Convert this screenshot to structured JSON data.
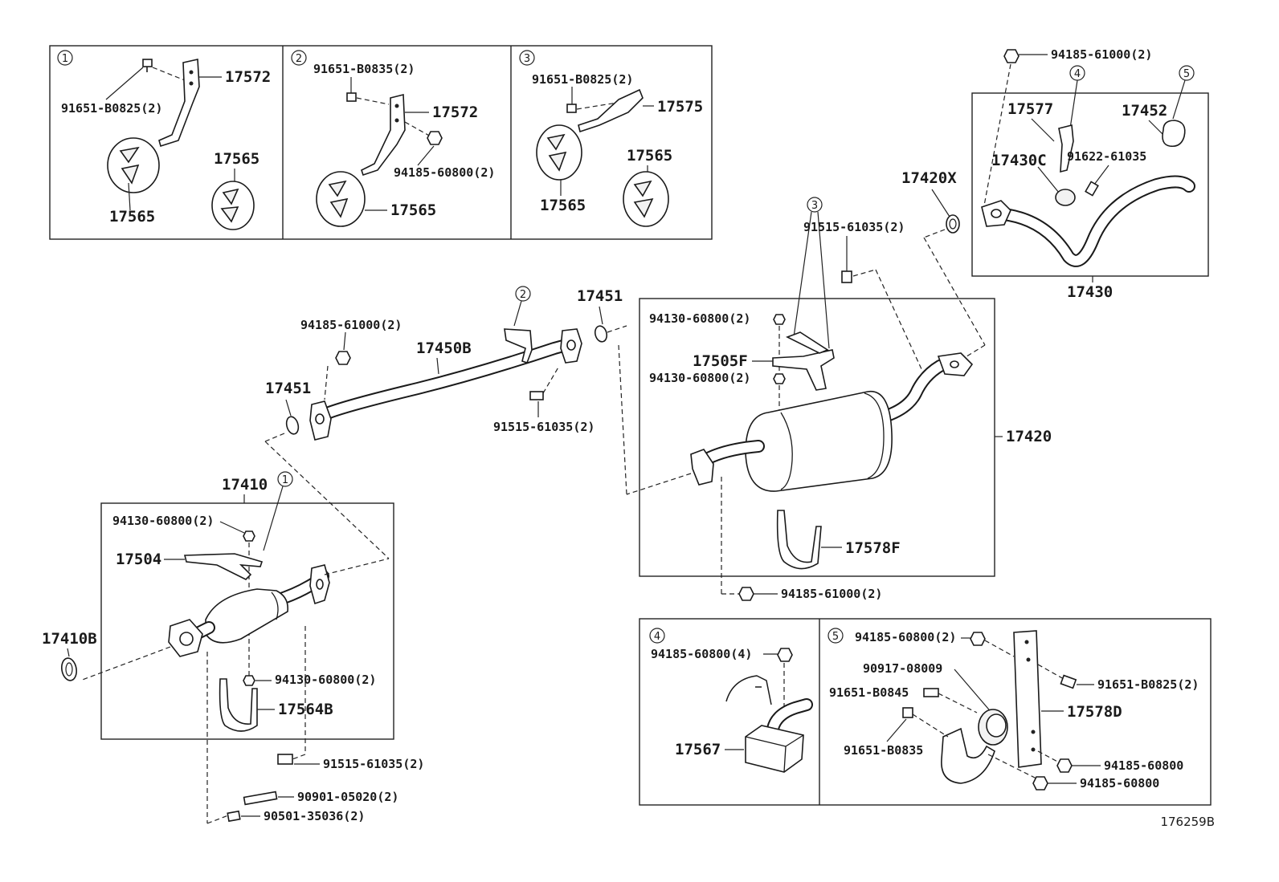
{
  "labels": {
    "l1": "17572",
    "l2": "91651-B0825(2)",
    "l3": "17565",
    "l4": "17565",
    "l5": "91651-B0835(2)",
    "l6": "17572",
    "l7": "94185-60800(2)",
    "l8": "17565",
    "l9": "91651-B0825(2)",
    "l10": "17575",
    "l11": "17565",
    "l12": "17565",
    "l13": "94185-61000(2)",
    "l14": "17577",
    "l15": "17452",
    "l16": "17430C",
    "l17": "91622-61035",
    "l18": "17430",
    "l19": "17420X",
    "l20": "91515-61035(2)",
    "l21": "17451",
    "l22": "94185-61000(2)",
    "l23": "17450B",
    "l24": "17451",
    "l25": "91515-61035(2)",
    "l26": "94130-60800(2)",
    "l27": "17505F",
    "l28": "94130-60800(2)",
    "l29": "17420",
    "l30": "17578F",
    "l31": "94185-61000(2)",
    "l32": "17410",
    "l33": "94130-60800(2)",
    "l34": "17504",
    "l35": "17410B",
    "l36": "94130-60800(2)",
    "l37": "17564B",
    "l38": "91515-61035(2)",
    "l39": "90901-05020(2)",
    "l40": "90501-35036(2)",
    "l41": "94185-60800(4)",
    "l42": "17567",
    "l43": "94185-60800(2)",
    "l44": "90917-08009",
    "l45": "91651-B0845",
    "l46": "91651-B0835",
    "l47": "91651-B0825(2)",
    "l48": "17578D",
    "l49": "94185-60800",
    "l50": "94185-60800"
  },
  "callouts": {
    "c1": "1",
    "c2": "2",
    "c3": "3",
    "c4": "4",
    "c5": "5",
    "d2": "2",
    "d1": "1",
    "d3": "3",
    "d4": "4",
    "d5": "5"
  },
  "diagram_id": "176259B"
}
